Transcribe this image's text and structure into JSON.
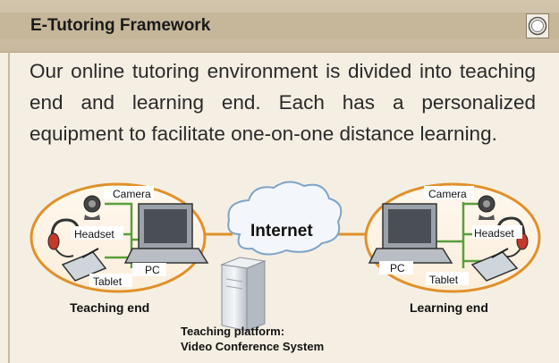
{
  "header": {
    "title": "E-Tutoring Framework",
    "icon": "radio-target-icon"
  },
  "intro": {
    "text": "Our online tutoring environment is divided into teaching end and learning end. Each has a personalized equipment to facilitate one-on-one distance learning."
  },
  "diagram": {
    "teaching": {
      "camera": "Camera",
      "headset": "Headset",
      "pc": "PC",
      "tablet": "Tablet",
      "caption": "Teaching end"
    },
    "internet": "Internet",
    "platform": {
      "line1": "Teaching platform:",
      "line2": "Video Conference System"
    },
    "learning": {
      "camera": "Camera",
      "headset": "Headset",
      "pc": "PC",
      "tablet": "Tablet",
      "caption": "Learning end"
    },
    "colors": {
      "ellipse_border": "#e0912b",
      "connector": "#5a9e3a",
      "cloud_stroke": "#7fa3c8",
      "header_bg": "#c6b79a",
      "page_bg": "#f5efe3"
    }
  }
}
